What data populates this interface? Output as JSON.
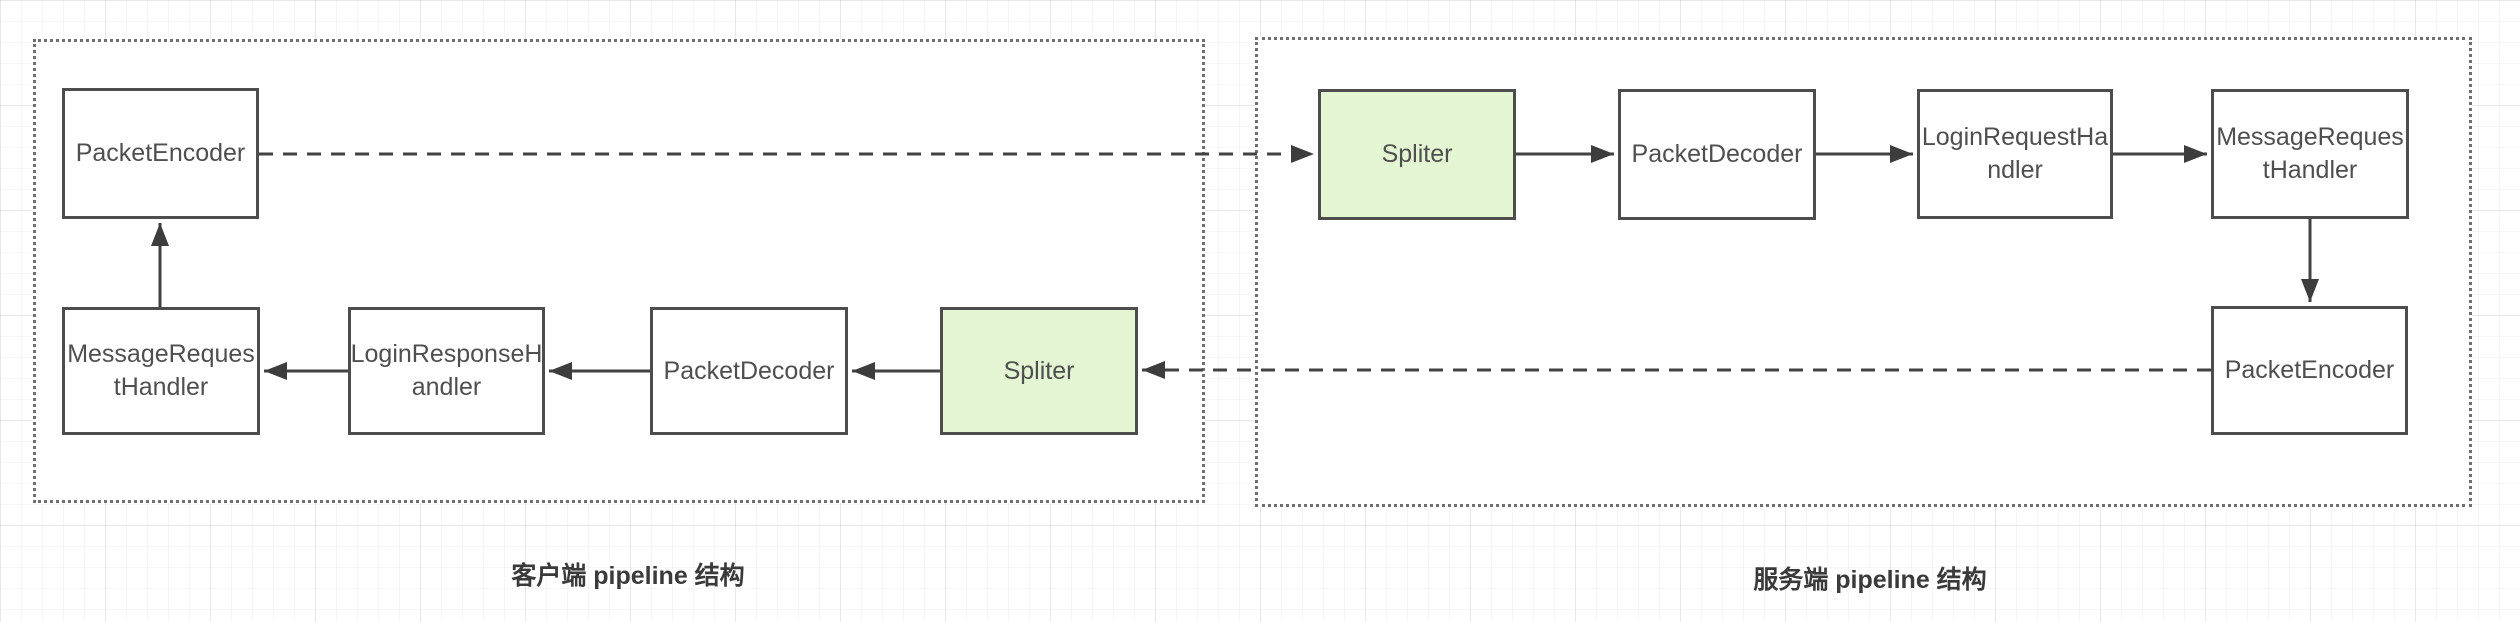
{
  "client": {
    "caption": "客户端 pipeline 结构",
    "nodes": {
      "packet_encoder": "PacketEncoder",
      "message_request_handler": "MessageReques\ntHandler",
      "login_response_handler": "LoginResponseH\nandler",
      "packet_decoder": "PacketDecoder",
      "spliter": "Spliter"
    }
  },
  "server": {
    "caption": "服务端 pipeline 结构",
    "nodes": {
      "spliter": "Spliter",
      "packet_decoder": "PacketDecoder",
      "login_request_handler": "LoginRequestHa\nndler",
      "message_request_handler": "MessageReques\ntHandler",
      "packet_encoder": "PacketEncoder"
    }
  },
  "colors": {
    "highlight_fill": "#e4f5d3",
    "box_border": "#4d4d4d",
    "arrow": "#424242",
    "container_border": "#6f6f6f"
  }
}
